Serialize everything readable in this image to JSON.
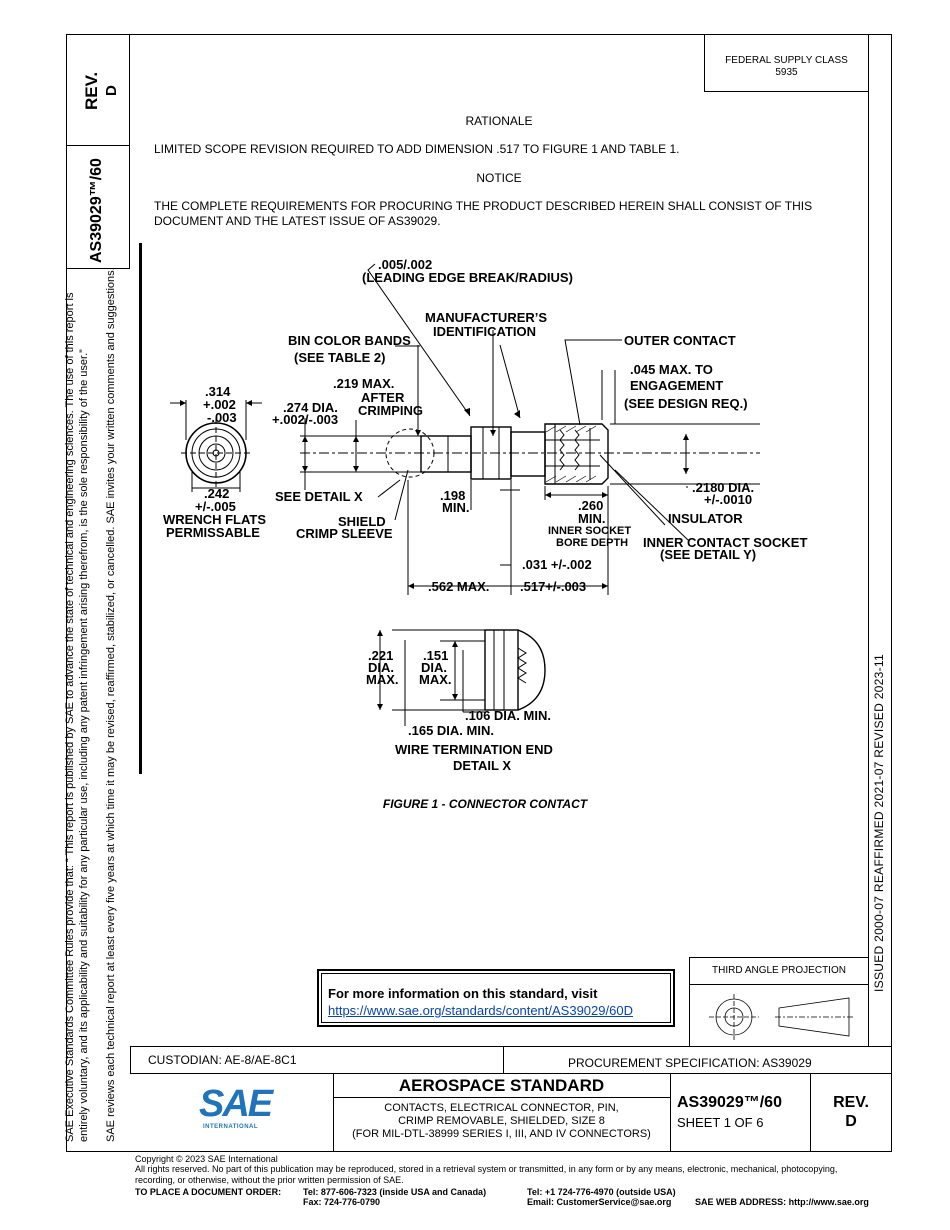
{
  "header": {
    "rev_vertical": "REV.",
    "rev_letter_vertical": "D",
    "doc_number_vertical": "AS39029™/60",
    "federal_supply_class": "FEDERAL SUPPLY CLASS",
    "federal_supply_code": "5935"
  },
  "left_margin": {
    "line1": "SAE Executive Standards Committee Rules provide that: “ This report is published by SAE to advance the state of technical and engineering sciences. The use of this report is",
    "line2": "entirely voluntary, and its applicability and suitability for any particular use, including any patent infringement arising therefrom, is the sole responsibility of the user.”",
    "line3": "SAE reviews each technical report at least every five years at which time it may be revised, reaffirmed, stabilized, or cancelled. SAE invites your written comments and suggestions."
  },
  "right_margin": {
    "history": "ISSUED 2000-07     REAFFIRMED 2021-07     REVISED 2023-11"
  },
  "body": {
    "rationale_heading": "RATIONALE",
    "rationale_text": "LIMITED SCOPE REVISION REQUIRED TO ADD DIMENSION .517 TO FIGURE 1 AND TABLE 1.",
    "notice_heading": "NOTICE",
    "notice_text": "THE COMPLETE REQUIREMENTS FOR PROCURING THE PRODUCT DESCRIBED HEREIN SHALL CONSIST OF THIS DOCUMENT AND THE LATEST ISSUE OF AS39029."
  },
  "figure": {
    "caption": "FIGURE 1 - CONNECTOR CONTACT",
    "labels": {
      "edge_break": ".005/.002",
      "edge_break_note": "(LEADING EDGE BREAK/RADIUS)",
      "mfr_id_1": "MANUFACTURER’S",
      "mfr_id_2": "IDENTIFICATION",
      "bin_color_1": "BIN COLOR BANDS",
      "bin_color_2": "(SEE TABLE 2)",
      "outer_contact": "OUTER CONTACT",
      "engagement_1": ".045 MAX. TO",
      "engagement_2": "ENGAGEMENT",
      "engagement_3": "(SEE DESIGN REQ.)",
      "flats_1": ".314",
      "flats_2": "+.002",
      "flats_3": "-.003",
      "crimp_1": ".219 MAX.",
      "crimp_2": "AFTER",
      "crimp_3": "CRIMPING",
      "dia274_1": ".274 DIA.",
      "dia274_2": "+.002/-.003",
      "d242_1": ".242",
      "d242_2": "+/-.005",
      "wrench_1": "WRENCH FLATS",
      "wrench_2": "PERMISSABLE",
      "see_detail_x": "SEE DETAIL X",
      "d198_1": ".198",
      "d198_2": "MIN.",
      "d260_1": ".260",
      "d260_2": "MIN.",
      "bore_1": "INNER SOCKET",
      "bore_2": "BORE DEPTH",
      "d2180_1": ".2180 DIA.",
      "d2180_2": "+/-.0010",
      "insulator": "INSULATOR",
      "shield_1": "SHIELD",
      "shield_2": "CRIMP SLEEVE",
      "inner_socket_1": "INNER CONTACT SOCKET",
      "inner_socket_2": "(SEE DETAIL Y)",
      "d031": ".031 +/-.002",
      "d562": ".562 MAX.",
      "d517": ".517+/-.003",
      "d221_1": ".221",
      "d221_2": "DIA.",
      "d221_3": "MAX.",
      "d151_1": ".151",
      "d151_2": "DIA.",
      "d151_3": "MAX.",
      "d106": ".106 DIA. MIN.",
      "d165": ".165 DIA. MIN.",
      "detail_title_1": "WIRE TERMINATION END",
      "detail_title_2": "DETAIL X"
    }
  },
  "info_box": {
    "text": "For more information on this standard, visit",
    "link": "https://www.sae.org/standards/content/AS39029/60D"
  },
  "projection": {
    "label": "THIRD ANGLE PROJECTION"
  },
  "title_block": {
    "custodian": "CUSTODIAN: AE-8/AE-8C1",
    "procurement": "PROCUREMENT SPECIFICATION: AS39029",
    "logo_text": "SAE",
    "logo_sub": "INTERNATIONAL",
    "standard_type": "AEROSPACE STANDARD",
    "desc_1": "CONTACTS, ELECTRICAL CONNECTOR, PIN,",
    "desc_2": "CRIMP REMOVABLE, SHIELDED, SIZE 8",
    "desc_3": "(FOR MIL-DTL-38999 SERIES I, III, AND IV CONNECTORS)",
    "doc_number": "AS39029™/60",
    "sheet": "SHEET 1 OF 6",
    "rev_label": "REV.",
    "rev_letter": "D"
  },
  "footer": {
    "copyright": "Copyright © 2023 SAE International",
    "rights_1": "All rights reserved. No part of this publication may be reproduced, stored in a retrieval system or transmitted, in any form or by any means, electronic, mechanical, photocopying,",
    "rights_2": "recording, or otherwise, without the prior written permission of SAE.",
    "order_label": "TO PLACE A DOCUMENT ORDER:",
    "tel_us": "Tel: 877-606-7323 (inside USA and Canada)",
    "fax": "Fax: 724-776-0790",
    "tel_intl": "Tel: +1 724-776-4970 (outside USA)",
    "email": "Email: CustomerService@sae.org",
    "web": "SAE WEB ADDRESS: http://www.sae.org"
  }
}
